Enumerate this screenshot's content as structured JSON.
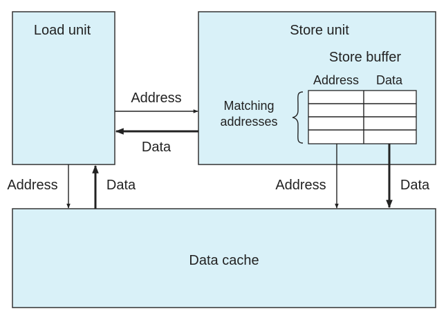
{
  "load_unit": {
    "title": "Load unit"
  },
  "store_unit": {
    "title": "Store unit",
    "store_buffer": {
      "title": "Store buffer",
      "col_address": "Address",
      "col_data": "Data"
    },
    "matching_line1": "Matching",
    "matching_line2": "addresses"
  },
  "data_cache": {
    "title": "Data cache"
  },
  "links": {
    "load_to_store_address": "Address",
    "store_to_load_data": "Data",
    "load_to_cache_address": "Address",
    "cache_to_load_data": "Data",
    "store_to_cache_address": "Address",
    "store_to_cache_data": "Data"
  },
  "colors": {
    "box_fill": "#d9f1f8",
    "stroke": "#222222"
  }
}
